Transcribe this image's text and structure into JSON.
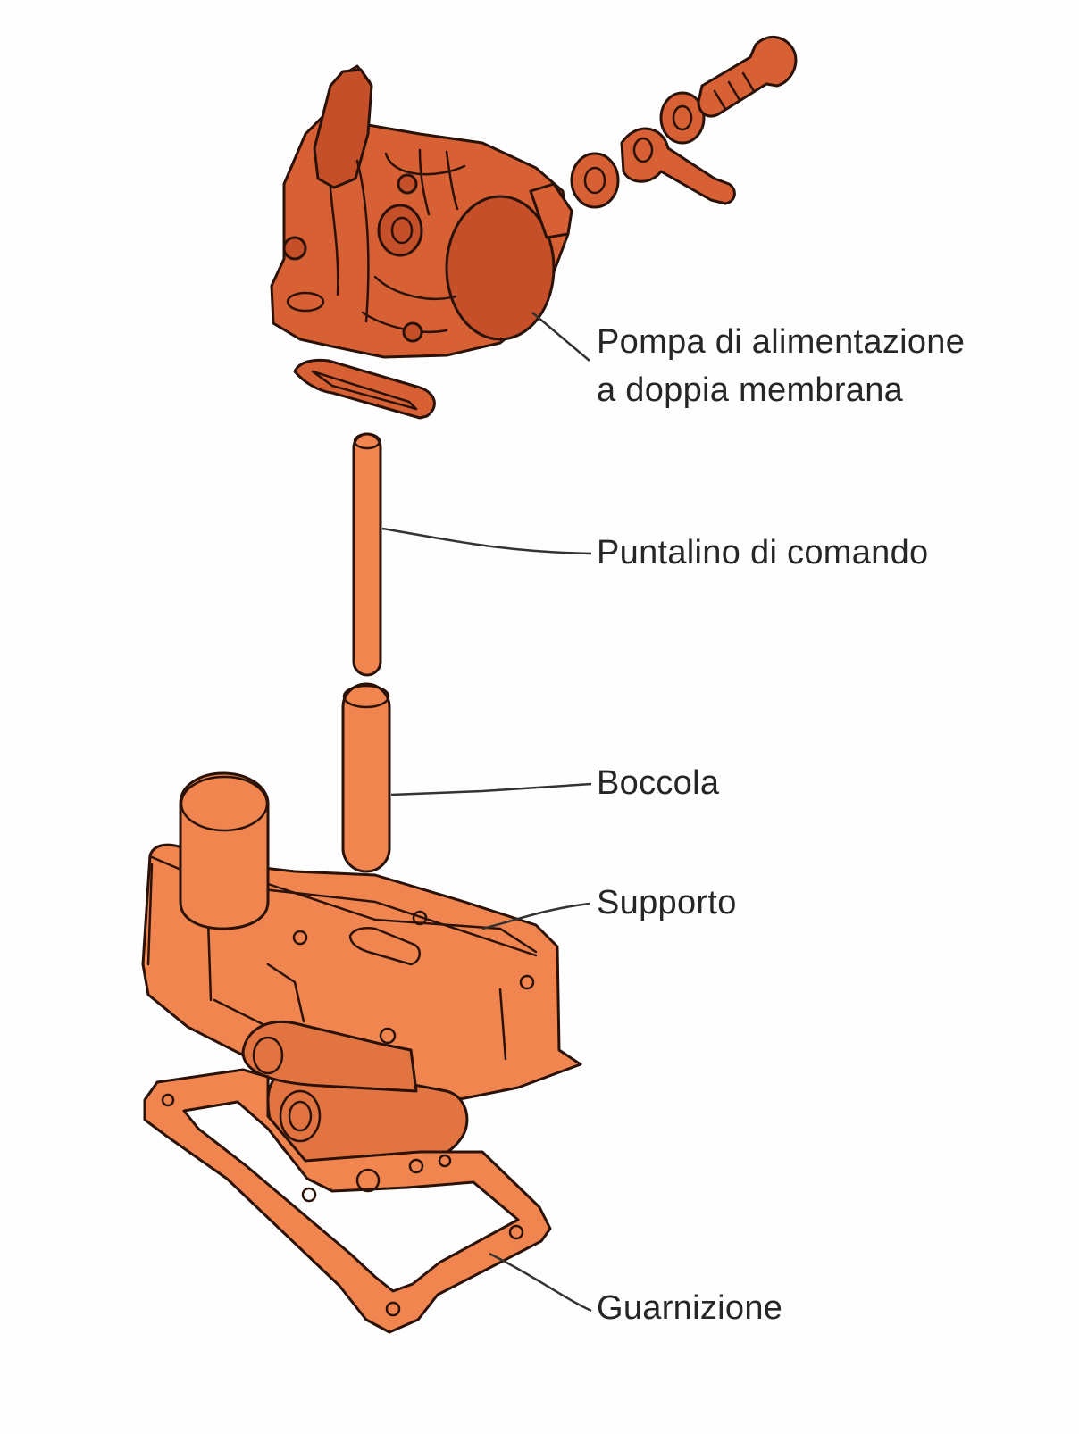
{
  "colors": {
    "pump": "#d86035",
    "pump_shade": "#c44f28",
    "lower_parts": "#f0854f",
    "lower_shade": "#e27441",
    "outline": "#2b1208",
    "leader": "#333333",
    "label_text": "#262626"
  },
  "labels": {
    "pump_line1": "Pompa di alimentazione",
    "pump_line2": "a doppia membrana",
    "pushrod": "Puntalino di comando",
    "bushing": "Boccola",
    "support": "Supporto",
    "gasket": "Guarnizione"
  }
}
